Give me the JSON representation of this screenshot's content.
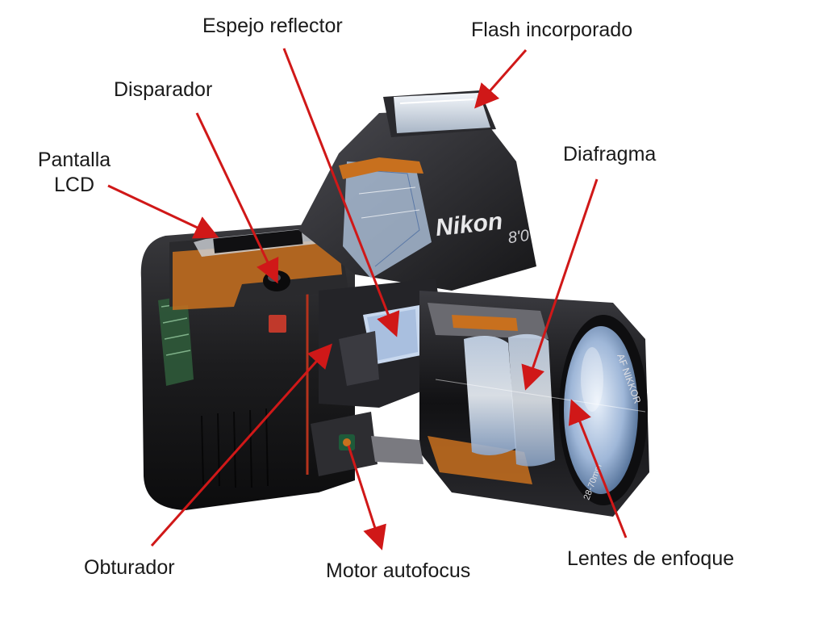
{
  "labels": {
    "espejo": "Espejo reflector",
    "flash": "Flash incorporado",
    "disparador": "Disparador",
    "pantalla_line1": "Pantalla",
    "pantalla_line2": "LCD",
    "diafragma": "Diafragma",
    "obturador": "Obturador",
    "motor": "Motor autofocus",
    "lentes": "Lentes de enfoque"
  },
  "camera": {
    "brand": "Nikon",
    "model_mark": "8'0",
    "lens_brand": "AF NIKKOR",
    "lens_spec": "28-70mm"
  },
  "colors": {
    "arrow": "#d01818",
    "body": "#1c1c1e",
    "internal_orange": "#c8701e",
    "glass": "#b8cde8",
    "text": "#1a1a1a"
  }
}
